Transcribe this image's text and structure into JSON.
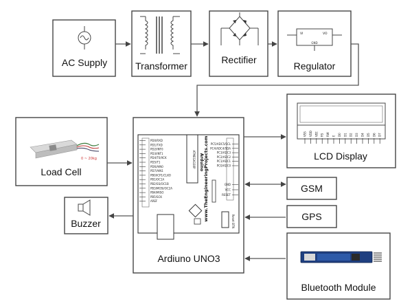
{
  "blocks": {
    "ac_supply": "AC Supply",
    "transformer": "Transformer",
    "rectifier": "Rectifier",
    "regulator": "Regulator",
    "lcd": "LCD Display",
    "load_cell": "Load Cell",
    "gsm": "GSM",
    "gps": "GPS",
    "buzzer": "Buzzer",
    "arduino": "Ardiuno  UNO3",
    "bluetooth": "Bluetooth Module"
  },
  "regulator_pins": {
    "vi": "VI",
    "vo": "VO",
    "gnd": "GND"
  },
  "load_cell_note": "0 ~ 20kg",
  "arduino_board": {
    "watermark": "www.TheEngineeringProjects.com",
    "chip_text": "ATMEGA328P",
    "brand": "Arduino",
    "reset_label": "Reset BTN",
    "left_pins": [
      "PD0/RXD",
      "PD1/TXD",
      "PD2/INT0",
      "PD3/INT1",
      "PD4/T0/XCK",
      "PD5/T1",
      "PD6/AIN0",
      "PD7/AIN1",
      "PB0/ICP1/CLKO",
      "PB1/OC1A",
      "PB2/SS/OC1B",
      "PB3/MOSI/OC2A",
      "PB4/MISO",
      "PB5/SCK",
      "AREF"
    ],
    "right_pins": [
      "PC5/ADC5/SCL",
      "PC4/ADC4/SDA",
      "PC3/ADC3",
      "PC2/ADC2",
      "PC1/ADC1",
      "PC0/ADC0",
      "GND",
      "VCC",
      "RESET"
    ]
  },
  "lcd_pins": [
    "VSS",
    "VDD",
    "VEE",
    "RS",
    "RW",
    "E",
    "D0",
    "D1",
    "D2",
    "D3",
    "D4",
    "D5",
    "D6",
    "D7"
  ]
}
